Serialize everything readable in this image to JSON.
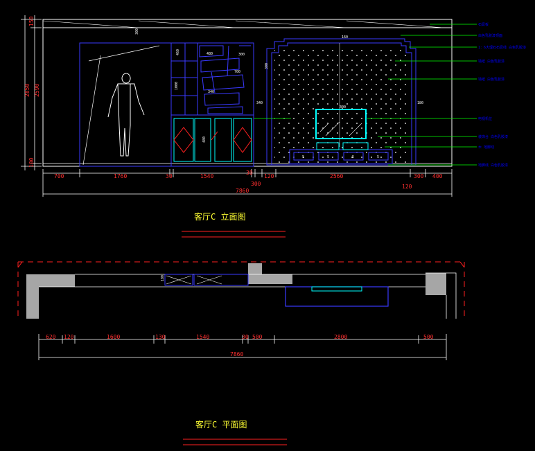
{
  "elevation": {
    "title": "客厅C 立面图",
    "height_dims": [
      "150",
      "2850",
      "2590",
      "100"
    ],
    "bottom_dims": [
      "700",
      "1760",
      "30",
      "1540",
      "30",
      "120",
      "2560",
      "300",
      "400"
    ],
    "bottom_dims_lower": [
      "300",
      "120"
    ],
    "total": "7860",
    "tags": [
      "300",
      "480",
      "700",
      "460",
      "300",
      "1000",
      "340",
      "340",
      "300",
      "160",
      "180",
      "480",
      "300"
    ],
    "annotations": [
      "石膏板",
      "白色乳胶漆顶面",
      "1：6大理石石膏线 白色乳胶漆",
      "墙纸 白色乳胶漆",
      "墙纸 白色乳胶漆",
      "电视机位",
      "装饰台 白色乳胶漆",
      "木 地脚线",
      "地脚线 白色乳胶漆"
    ]
  },
  "plan": {
    "title": "客厅C 平面图",
    "dims": [
      "620",
      "120",
      "1600",
      "130",
      "1540",
      "30",
      "500",
      "2800",
      "500"
    ],
    "total": "7860",
    "tags": [
      "180"
    ]
  },
  "colors": {
    "background": "#000000",
    "outline": "#ffffff",
    "furniture": "#0000ff",
    "detail": "#00ffff",
    "annotation_leader": "#00ff00",
    "dimension_text": "#ff3030",
    "title_text": "#ffff33",
    "title_underline": "#ff2020",
    "wall_fill": "#a6a6a6",
    "section_line": "#ff2020"
  },
  "icons": [
    "human-figure-icon",
    "section-marker-icon"
  ]
}
